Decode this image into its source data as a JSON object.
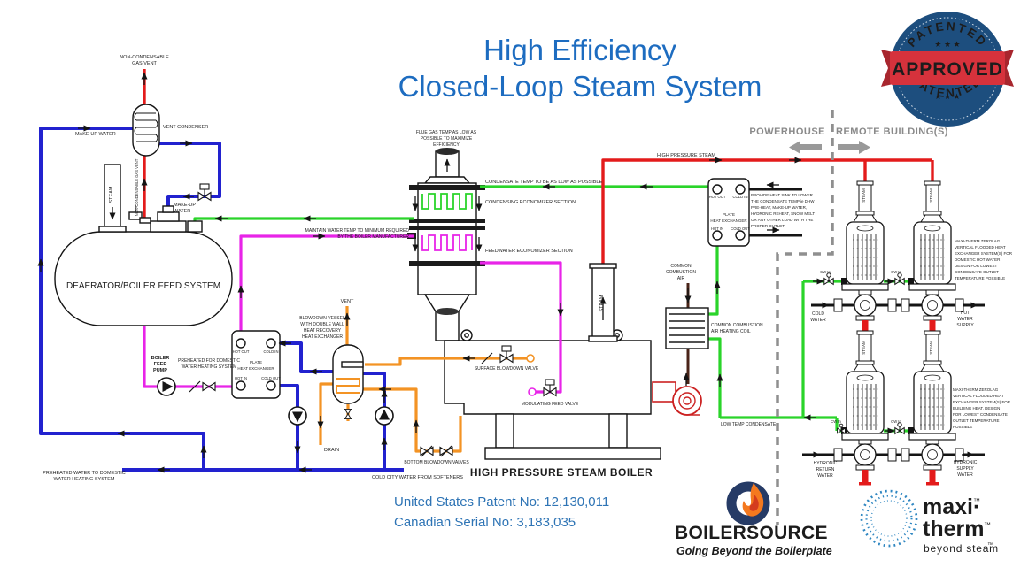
{
  "title": {
    "line1": "High Efficiency",
    "line2": "Closed-Loop Steam System"
  },
  "badge": {
    "top": "PATENTED",
    "center": "APPROVED",
    "bottom": "PATENTED",
    "stars": "★ ★ ★"
  },
  "patents": {
    "us": "United States Patent No: 12,130,011",
    "ca": "Canadian Serial No: 3,183,035"
  },
  "zones": {
    "powerhouse": "POWERHOUSE",
    "remote": "REMOTE BUILDING(S)"
  },
  "logos": {
    "boilersource": {
      "name": "BOILERSOURCE",
      "tagline": "Going Beyond the Boilerplate"
    },
    "maxitherm": {
      "word1": "maxi·",
      "word2": "therm",
      "tm": "™",
      "tagline": "beyond steam"
    }
  },
  "labels": {
    "non_condensable_top": [
      "NON-CONDENSABLE",
      "GAS VENT"
    ],
    "vent_condenser": "VENT CONDENSER",
    "make_up_water": "MAKE-UP WATER",
    "make_up_water2": [
      "MAKE-UP",
      "WATER"
    ],
    "steam": "STEAM",
    "ncgv_vertical": "NON-CONDENSABLE GAS VENT",
    "deaerator": "DEAERATOR/BOILER FEED SYSTEM",
    "boiler_feed_pump": [
      "BOILER",
      "FEED",
      "PUMP"
    ],
    "preheated_domestic": [
      "PREHEATED FOR DOMESTIC",
      "WATER HEATING SYSTEM"
    ],
    "plate_hx": [
      "PLATE",
      "HEAT EXCHANGER"
    ],
    "hx_ports": [
      "HOT OUT",
      "COLD IN",
      "HOT IN",
      "COLD OUT"
    ],
    "vent": "VENT",
    "drain": "DRAIN",
    "blowdown_vessel": [
      "BLOWDOWN VESSEL",
      "WITH DOUBLE WALL",
      "HEAT RECOVERY",
      "HEAT EXCHANGER"
    ],
    "preheated_bottom": [
      "PREHEATED WATER TO DOMESTIC",
      "WATER HEATING SYSTEM"
    ],
    "cold_city_water": "COLD CITY WATER FROM SOFTENERS",
    "flue_gas": [
      "FLUE GAS TEMP AS LOW AS",
      "POSSIBLE TO MAXIMIZE",
      "EFFICIENCY"
    ],
    "maintain": [
      "MAINTAIN WATER TEMP TO MINIMUM REQUIRED",
      "BY THE BOILER MANUFACTURER"
    ],
    "condensate_temp": "CONDENSATE TEMP TO BE AS LOW AS POSSIBLE",
    "condensing_econ": "CONDENSING ECONOMIZER SECTION",
    "feedwater_econ": "FEEDWATER ECONOMIZER SECTION",
    "surface_valve": "SURFACE BLOWDOWN VALVE",
    "modulating_valve": "MODULATING FEED VALVE",
    "bottom_valves": "BOTTOM BLOWDOWN VALVES",
    "boiler": "HIGH PRESSURE STEAM BOILER",
    "high_pressure_steam": "HIGH PRESSURE STEAM",
    "provide_heat_sink": [
      "PROVIDE HEAT SINK TO LOWER",
      "THE CONDENSATE TEMP  ie DHW",
      "PRE-HEAT, MAKE-UP WATER,",
      "HYDRONIC REHEAT, SNOW MELT",
      "OR ANY OTHER LOAD WITH THE",
      "PROPER OUTLET"
    ],
    "common_air": [
      "COMMON",
      "COMBUSTION",
      "AIR"
    ],
    "common_coil": [
      "COMMON COMBUSTION",
      "AIR HEATING COIL"
    ],
    "low_temp_condensate": "LOW TEMP CONDENSATE",
    "cw_in": "CW In",
    "mt_dhw": [
      "MAXI-THERM ZEROLAG",
      "VERTICAL FLOODED HEAT",
      "EXCHANGER SYSTEM(S) FOR",
      "DOMESTIC HOT WATER",
      "DESIGN FOR LOWEST",
      "CONDENSATE OUTLET",
      "TEMPERATURE POSSIBLE"
    ],
    "mt_building": [
      "MAXI-THERM ZEROLAG",
      "VERTICAL FLOODED HEAT",
      "EXCHANGER SYSTEM(S) FOR",
      "BUILDING HEAT.  DESIGN",
      "FOR LOWEST CONDENSATE",
      "OUTLET TEMPERATURE",
      "POSSIBLE"
    ],
    "cold_water": [
      "COLD",
      "WATER"
    ],
    "hot_water": [
      "HOT",
      "WATER",
      "SUPPLY"
    ],
    "hyd_return": [
      "HYDRONIC",
      "RETURN",
      "WATER"
    ],
    "hyd_supply": [
      "HYDRONIC",
      "SUPPLY",
      "WATER"
    ]
  },
  "colors": {
    "blue_pipe": "#2222cf",
    "red_pipe": "#e31b1b",
    "green_pipe": "#2ad42a",
    "magenta_pipe": "#e824e8",
    "orange_pipe": "#f39324",
    "air_duct": "#4a2418",
    "line": "#141414",
    "divider": "#8f8f8f",
    "zone_text": "#8a8a8a",
    "title_blue": "#1d6cc0",
    "patent_blue": "#2e74b5",
    "badge_navy": "#1d4e7e",
    "badge_red": "#d6323c",
    "bs_navy": "#203864",
    "bs_orange": "#ea7426",
    "mt_blue": "#2e86c1",
    "mt_gray": "#97a0a8"
  }
}
